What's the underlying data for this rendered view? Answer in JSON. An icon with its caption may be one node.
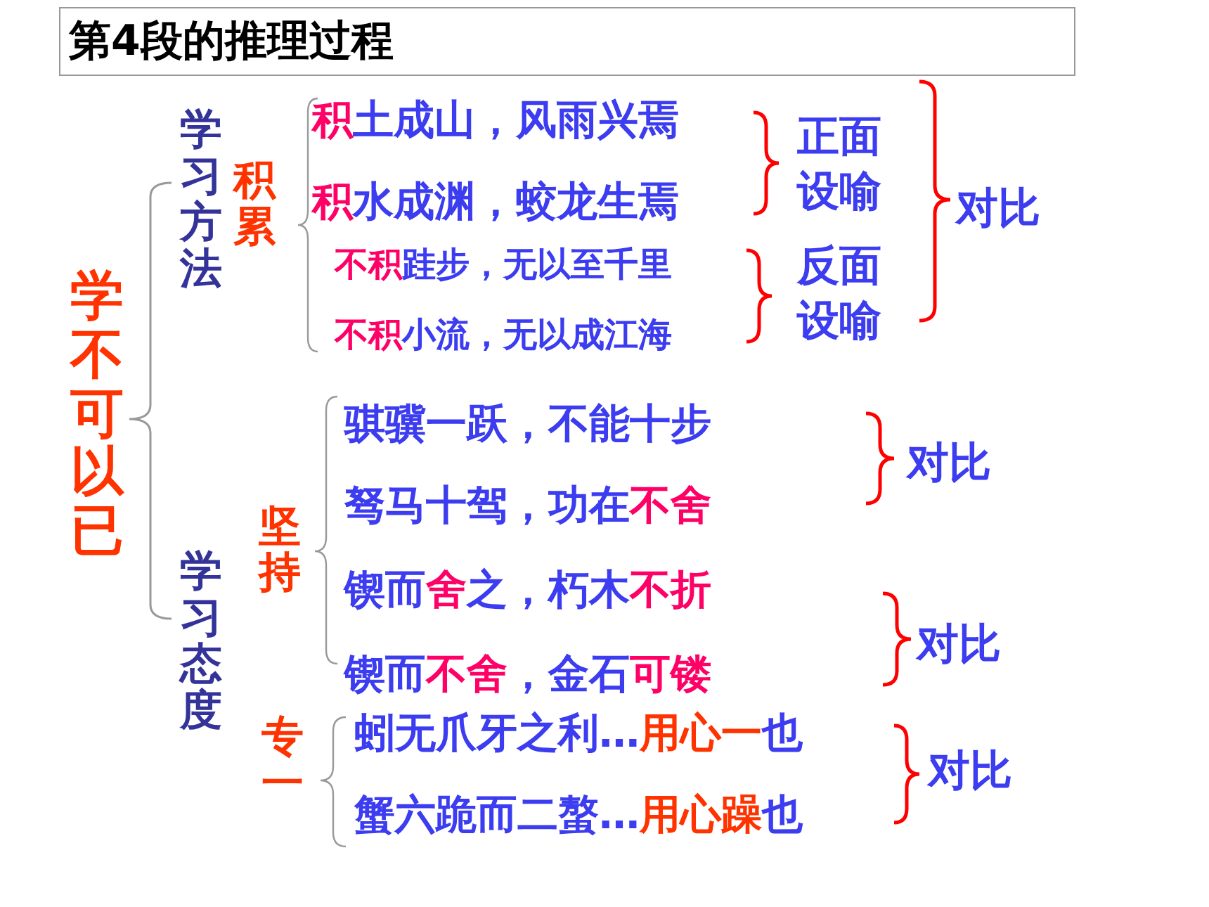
{
  "diagram": {
    "title": "第4段的推理过程",
    "nodes": [
      {
        "text": [
          "学不可以已"
        ]
      },
      {
        "text": [
          "学习方法"
        ]
      },
      {
        "text": [
          "积累"
        ]
      },
      {
        "text": [
          "**积**土成山，风雨兴焉"
        ]
      },
      {
        "text": [
          "**积**水成渊，蛟龙生焉"
        ]
      },
      {
        "text": [
          "**不积**跬步，无以至千里"
        ]
      },
      {
        "text": [
          "**不积**小流，无以成江海"
        ]
      },
      {
        "text": [
          "正面设喻"
        ]
      },
      {
        "text": [
          "反面设喻"
        ]
      },
      {
        "text": [
          "对比"
        ]
      },
      {
        "text": [
          "学习态度"
        ]
      },
      {
        "text": [
          "坚持"
        ]
      },
      {
        "text": [
          "骐骥一跃，不能十步"
        ]
      },
      {
        "text": [
          "驽马十驾，功在**不舍**"
        ]
      },
      {
        "text": [
          "锲而**舍**之，朽木**不折**"
        ]
      },
      {
        "text": [
          "锲而**不舍**，金石**可镂**"
        ]
      },
      {
        "text": [
          "对比"
        ]
      },
      {
        "text": [
          "对比"
        ]
      },
      {
        "text": [
          "专一"
        ]
      },
      {
        "text": [
          "蚓无爪牙之利…**用心一**也"
        ]
      },
      {
        "text": [
          "蟹六跪而二螯…**用心躁**也"
        ]
      },
      {
        "text": [
          "对比"
        ]
      }
    ]
  }
}
